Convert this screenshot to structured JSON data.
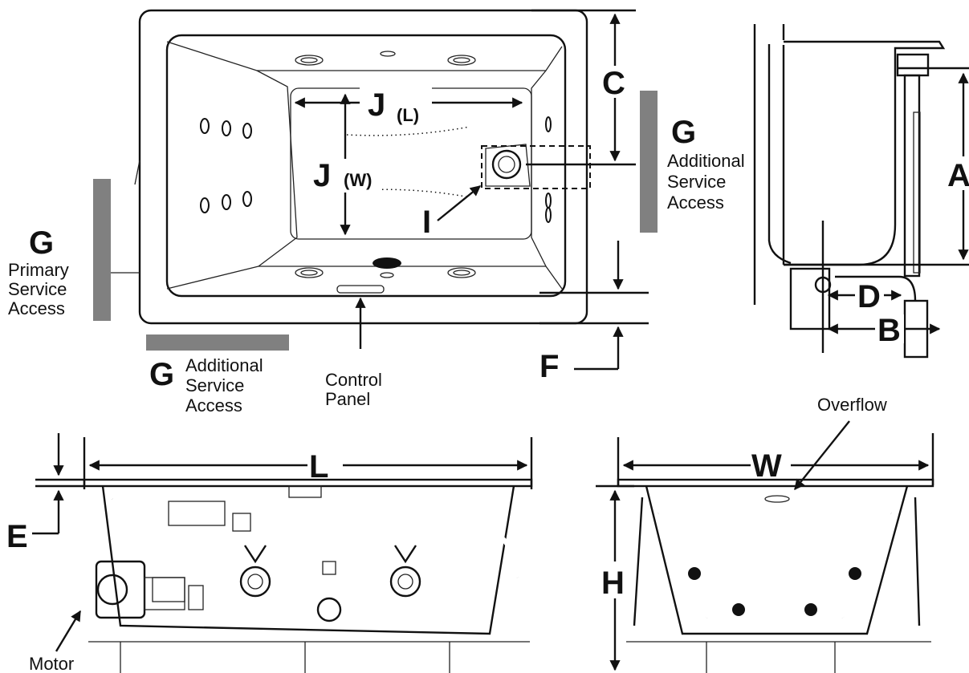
{
  "labels": {
    "J": "J",
    "L_sub": "(L)",
    "W_sub": "(W)",
    "I": "I",
    "C": "C",
    "F": "F",
    "G": "G",
    "A": "A",
    "B": "B",
    "D": "D",
    "L": "L",
    "E": "E",
    "W": "W",
    "H": "H",
    "additional_service_access": [
      "Additional",
      "Service",
      "Access"
    ],
    "primary_service_access": [
      "Primary",
      "Service",
      "Access"
    ],
    "control_panel": [
      "Control",
      "Panel"
    ],
    "overflow": "Overflow",
    "motor": "Motor"
  }
}
